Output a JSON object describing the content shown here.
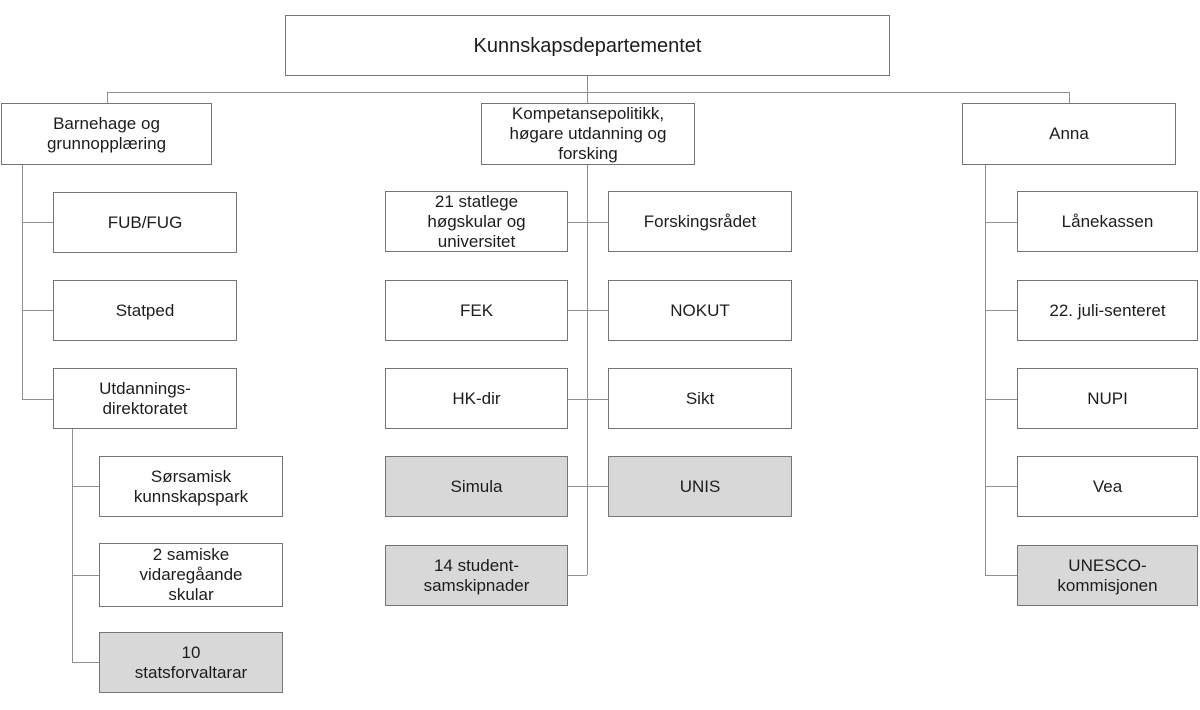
{
  "diagram": {
    "title": "Kunnskapsdepartementet organisation chart",
    "colors": {
      "box_fill_white": "#ffffff",
      "box_fill_gray": "#d8d8d8",
      "box_border": "#757575",
      "connector_line": "#8f8f8f",
      "text": "#1c1c1c"
    },
    "nodes": {
      "root": {
        "label": "Kunnskapsdepartementet"
      },
      "barnehage": {
        "label": "Barnehage og\ngrunnopplæring"
      },
      "kompetanse": {
        "label": "Kompetansepolitikk,\nhøgare utdanning og\nforsking"
      },
      "anna": {
        "label": "Anna"
      },
      "fub_fug": {
        "label": "FUB/FUG"
      },
      "statped": {
        "label": "Statped"
      },
      "utdanningsdirektoratet": {
        "label": "Utdannings-\ndirektoratet"
      },
      "sorsamisk": {
        "label": "Sørsamisk\nkunnskapspark"
      },
      "samiske_skular": {
        "label": "2 samiske\nvidaregåande\nskular"
      },
      "statsforvaltarar": {
        "label": "10\nstatsforvaltarar"
      },
      "statlege_hogskular": {
        "label": "21 statlege\nhøgskular og\nuniversitet"
      },
      "fek": {
        "label": "FEK"
      },
      "hk_dir": {
        "label": "HK-dir"
      },
      "simula": {
        "label": "Simula"
      },
      "studentsamskipnader": {
        "label": "14 student-\nsamskipnader"
      },
      "forskingsradet": {
        "label": "Forskingsrådet"
      },
      "nokut": {
        "label": "NOKUT"
      },
      "sikt": {
        "label": "Sikt"
      },
      "unis": {
        "label": "UNIS"
      },
      "lanekassen": {
        "label": "Lånekassen"
      },
      "juli_senteret": {
        "label": "22. juli-senteret"
      },
      "nupi": {
        "label": "NUPI"
      },
      "vea": {
        "label": "Vea"
      },
      "unesco": {
        "label": "UNESCO-\nkommisjonen"
      }
    }
  }
}
